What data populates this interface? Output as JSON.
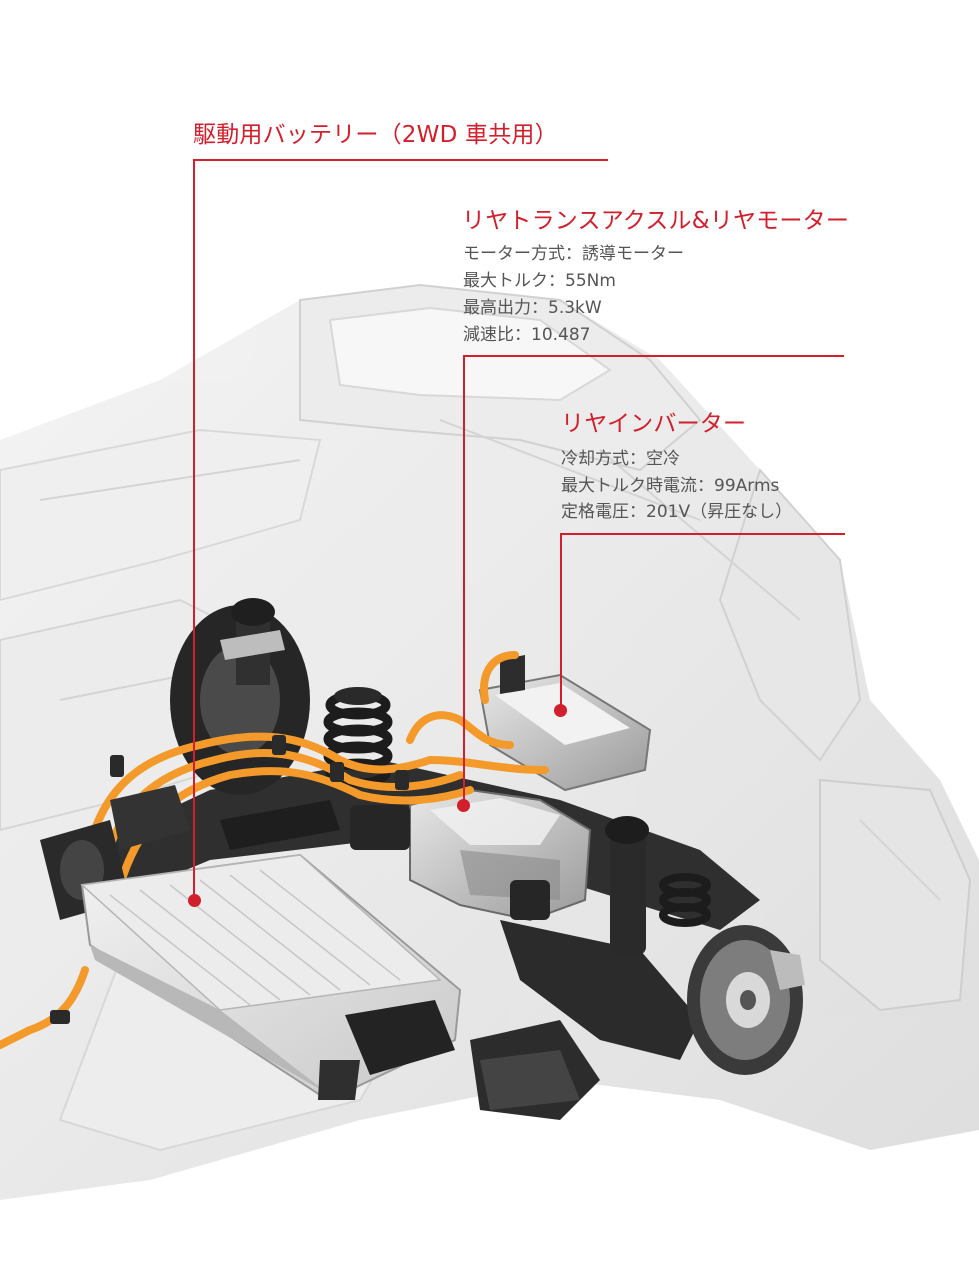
{
  "callouts": {
    "battery": {
      "title": "駆動用バッテリー（2WD 車共用）"
    },
    "transaxle": {
      "title": "リヤトランスアクスル&リヤモーター",
      "specs": [
        "モーター方式：誘導モーター",
        "最大トルク：55Nm",
        "最高出力：5.3kW",
        "減速比：10.487"
      ]
    },
    "inverter": {
      "title": "リヤインバーター",
      "specs": [
        "冷却方式：空冷",
        "最大トルク時電流：99Arms",
        "定格電圧：201V（昇圧なし）"
      ]
    }
  },
  "colors": {
    "accent": "#d21f2b",
    "cable": "#f39a2b",
    "component": "#3a3a3a",
    "body_ghost": "#e2e2e2"
  }
}
